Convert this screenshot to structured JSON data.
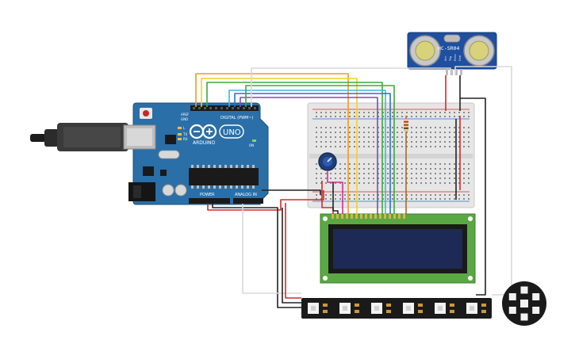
{
  "arduino": {
    "brand": "ARDUINO",
    "model": "UNO",
    "digital_label": "DIGITAL (PWM~)",
    "power_label": "POWER",
    "analog_label": "ANALOG IN",
    "tx_label": "TX",
    "rx_label": "RX",
    "l_label": "L",
    "on_label": "ON",
    "aref_label": "AREF",
    "gnd_label": "GND"
  },
  "sensor": {
    "label": "HC-SR04",
    "pins": [
      "Vcc",
      "Trig",
      "Echo",
      "Gnd"
    ]
  },
  "colors": {
    "board": "#2a6fa8",
    "breadboard": "#e6e6e6",
    "lcd_pcb": "#5aa844",
    "lcd_screen": "#1d2a55",
    "sensor_pcb": "#1f4fa0",
    "strip": "#1a1a1a",
    "wire_orange": "#f59a1b",
    "wire_yellow": "#f2d21f",
    "wire_green": "#3eaa3c",
    "wire_cyan": "#3fb9d4",
    "wire_blue": "#2c6fd6",
    "wire_purple": "#7a4fb0",
    "wire_red": "#d62828",
    "wire_black": "#222222",
    "wire_white": "#d8d8d8",
    "wire_magenta": "#d62c8c",
    "wire_brown": "#a86b2a"
  }
}
